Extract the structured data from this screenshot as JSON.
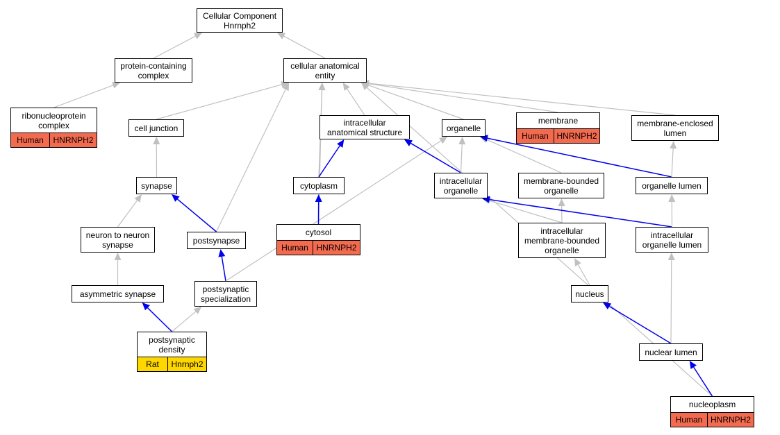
{
  "colors": {
    "human": "#f36a4f",
    "rat": "#ffd700",
    "edge_gray": "#c0c0c0",
    "edge_blue": "#0000ee"
  },
  "nodes": {
    "cellular_component": "Cellular Component\nHnrnph2",
    "protein_containing_complex": "protein-containing\ncomplex",
    "cellular_anatomical_entity": "cellular anatomical\nentity",
    "ribonucleoprotein_complex": {
      "label": "ribonucleoprotein\ncomplex",
      "species": "Human",
      "gene": "HNRNPH2"
    },
    "cell_junction": "cell junction",
    "intracellular_anatomical_structure": "intracellular\nanatomical structure",
    "organelle": "organelle",
    "membrane": {
      "label": "membrane",
      "species": "Human",
      "gene": "HNRNPH2"
    },
    "membrane_enclosed_lumen": "membrane-enclosed\nlumen",
    "synapse": "synapse",
    "cytoplasm": "cytoplasm",
    "intracellular_organelle": "intracellular\norganelle",
    "membrane_bounded_organelle": "membrane-bounded\norganelle",
    "organelle_lumen": "organelle lumen",
    "neuron_to_neuron_synapse": "neuron to neuron\nsynapse",
    "postsynapse": "postsynapse",
    "cytosol": {
      "label": "cytosol",
      "species": "Human",
      "gene": "HNRNPH2"
    },
    "intracellular_membrane_bounded_organelle": "intracellular\nmembrane-bounded\norganelle",
    "intracellular_organelle_lumen": "intracellular\norganelle lumen",
    "asymmetric_synapse": "asymmetric synapse",
    "postsynaptic_specialization": "postsynaptic\nspecialization",
    "nucleus": "nucleus",
    "postsynaptic_density": {
      "label": "postsynaptic\ndensity",
      "species": "Rat",
      "gene": "Hnrnph2"
    },
    "nuclear_lumen": "nuclear lumen",
    "nucleoplasm": {
      "label": "nucleoplasm",
      "species": "Human",
      "gene": "HNRNPH2"
    }
  },
  "edges": [
    {
      "from": "protein_containing_complex",
      "to": "cellular_component",
      "type": "gray"
    },
    {
      "from": "cellular_anatomical_entity",
      "to": "cellular_component",
      "type": "gray"
    },
    {
      "from": "ribonucleoprotein_complex",
      "to": "protein_containing_complex",
      "type": "gray"
    },
    {
      "from": "cell_junction",
      "to": "cellular_anatomical_entity",
      "type": "gray"
    },
    {
      "from": "intracellular_anatomical_structure",
      "to": "cellular_anatomical_entity",
      "type": "gray"
    },
    {
      "from": "organelle",
      "to": "cellular_anatomical_entity",
      "type": "gray"
    },
    {
      "from": "membrane",
      "to": "cellular_anatomical_entity",
      "type": "gray"
    },
    {
      "from": "membrane_enclosed_lumen",
      "to": "cellular_anatomical_entity",
      "type": "gray"
    },
    {
      "from": "nucleoplasm",
      "to": "cellular_anatomical_entity",
      "type": "gray"
    },
    {
      "from": "cytoplasm",
      "to": "cellular_anatomical_entity",
      "type": "gray"
    },
    {
      "from": "cytosol",
      "to": "cellular_anatomical_entity",
      "type": "gray"
    },
    {
      "from": "postsynapse",
      "to": "cellular_anatomical_entity",
      "type": "gray"
    },
    {
      "from": "synapse",
      "to": "cell_junction",
      "type": "gray"
    },
    {
      "from": "neuron_to_neuron_synapse",
      "to": "synapse",
      "type": "gray"
    },
    {
      "from": "postsynapse",
      "to": "synapse",
      "type": "blue"
    },
    {
      "from": "asymmetric_synapse",
      "to": "neuron_to_neuron_synapse",
      "type": "gray"
    },
    {
      "from": "postsynaptic_specialization",
      "to": "postsynapse",
      "type": "blue"
    },
    {
      "from": "postsynaptic_density",
      "to": "asymmetric_synapse",
      "type": "blue"
    },
    {
      "from": "postsynaptic_density",
      "to": "postsynaptic_specialization",
      "type": "gray"
    },
    {
      "from": "postsynaptic_specialization",
      "to": "organelle",
      "type": "gray"
    },
    {
      "from": "cytoplasm",
      "to": "intracellular_anatomical_structure",
      "type": "blue"
    },
    {
      "from": "intracellular_organelle",
      "to": "intracellular_anatomical_structure",
      "type": "blue"
    },
    {
      "from": "cytosol",
      "to": "cytoplasm",
      "type": "blue"
    },
    {
      "from": "intracellular_organelle",
      "to": "organelle",
      "type": "gray"
    },
    {
      "from": "membrane_bounded_organelle",
      "to": "organelle",
      "type": "gray"
    },
    {
      "from": "organelle_lumen",
      "to": "organelle",
      "type": "blue"
    },
    {
      "from": "organelle_lumen",
      "to": "membrane_enclosed_lumen",
      "type": "gray"
    },
    {
      "from": "intracellular_membrane_bounded_organelle",
      "to": "intracellular_organelle",
      "type": "gray"
    },
    {
      "from": "intracellular_membrane_bounded_organelle",
      "to": "membrane_bounded_organelle",
      "type": "gray"
    },
    {
      "from": "intracellular_organelle_lumen",
      "to": "intracellular_organelle",
      "type": "blue"
    },
    {
      "from": "intracellular_organelle_lumen",
      "to": "organelle_lumen",
      "type": "gray"
    },
    {
      "from": "nucleus",
      "to": "intracellular_membrane_bounded_organelle",
      "type": "gray"
    },
    {
      "from": "nuclear_lumen",
      "to": "nucleus",
      "type": "blue"
    },
    {
      "from": "nuclear_lumen",
      "to": "intracellular_organelle_lumen",
      "type": "gray"
    },
    {
      "from": "nucleoplasm",
      "to": "nuclear_lumen",
      "type": "blue"
    }
  ]
}
